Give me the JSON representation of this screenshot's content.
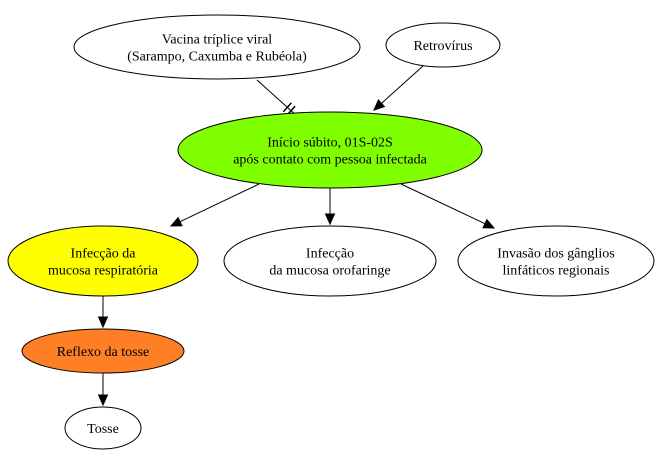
{
  "diagram": {
    "nodes": [
      {
        "id": "vacina",
        "lines": [
          "Vacina tríplice viral",
          "(Sarampo, Caxumba e Rubéola)"
        ],
        "fill": "#ffffff"
      },
      {
        "id": "retrovirus",
        "lines": [
          "Retrovírus"
        ],
        "fill": "#ffffff"
      },
      {
        "id": "inicio",
        "lines": [
          "Início súbito, 01S-02S",
          "após contato com pessoa infectada"
        ],
        "fill": "#7fff00"
      },
      {
        "id": "infeccao-respiratoria",
        "lines": [
          "Infecção da",
          "mucosa respiratória"
        ],
        "fill": "#ffff00"
      },
      {
        "id": "infeccao-orofaringe",
        "lines": [
          "Infecção",
          "da mucosa orofaringe"
        ],
        "fill": "#ffffff"
      },
      {
        "id": "invasao-ganglios",
        "lines": [
          "Invasão dos gânglios",
          "linfáticos regionais"
        ],
        "fill": "#ffffff"
      },
      {
        "id": "reflexo-tosse",
        "lines": [
          "Reflexo da tosse"
        ],
        "fill": "#ff7f27"
      },
      {
        "id": "tosse",
        "lines": [
          "Tosse"
        ],
        "fill": "#ffffff"
      }
    ],
    "edges": [
      {
        "from": "vacina",
        "to": "inicio",
        "kind": "inhibit"
      },
      {
        "from": "retrovirus",
        "to": "inicio",
        "kind": "arrow"
      },
      {
        "from": "inicio",
        "to": "infeccao-respiratoria",
        "kind": "arrow"
      },
      {
        "from": "inicio",
        "to": "infeccao-orofaringe",
        "kind": "arrow"
      },
      {
        "from": "inicio",
        "to": "invasao-ganglios",
        "kind": "arrow"
      },
      {
        "from": "infeccao-respiratoria",
        "to": "reflexo-tosse",
        "kind": "arrow"
      },
      {
        "from": "reflexo-tosse",
        "to": "tosse",
        "kind": "arrow"
      }
    ]
  }
}
